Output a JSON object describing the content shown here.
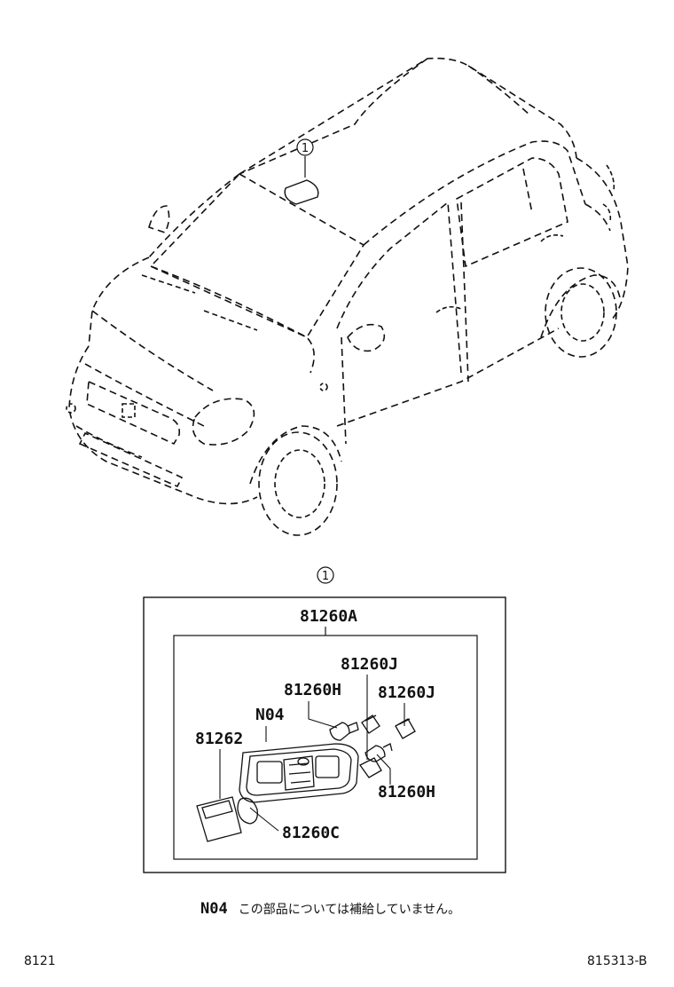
{
  "callout_marker": "1",
  "parts": {
    "assembly": "81260A",
    "bulb_upper": "81260J",
    "bulb_right": "81260J",
    "socket_left": "81260H",
    "socket_right": "81260H",
    "housing_code": "N04",
    "lens": "81262",
    "clip": "81260C"
  },
  "note": {
    "code": "N04",
    "text": "この部品については補給していません。"
  },
  "footer": {
    "left": "8121",
    "right": "815313-B"
  }
}
